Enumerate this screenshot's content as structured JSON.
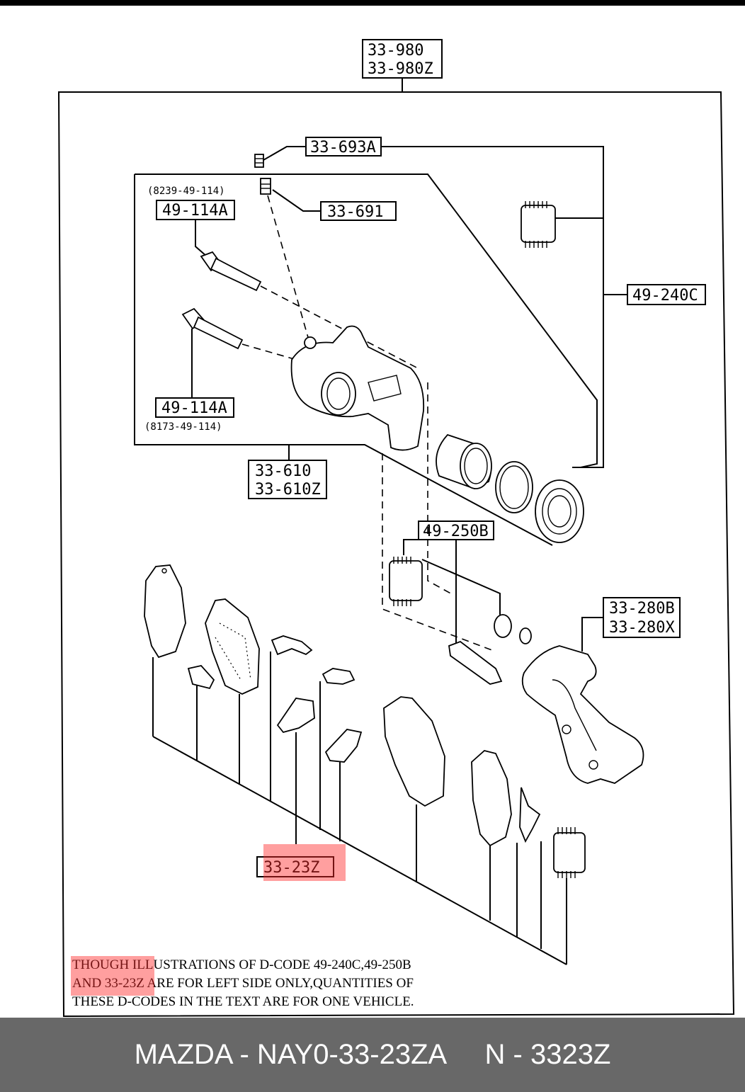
{
  "labels": {
    "assy_a": "33-980",
    "assy_b": "33-980Z",
    "bleeder_cap": "33-693A",
    "bleeder_screw": "33-691",
    "guide_upper_ref": "(8239-49-114)",
    "guide_upper": "49-114A",
    "guide_lower": "49-114A",
    "guide_lower_ref": "(8173-49-114)",
    "caliper_a": "33-610",
    "caliper_b": "33-610Z",
    "seal_kit": "49-240C",
    "boot_kit": "49-250B",
    "bracket_a": "33-280B",
    "bracket_b": "33-280X",
    "pad_set": "33-23Z"
  },
  "note": {
    "line1": "THOUGH ILLUSTRATIONS OF D-CODE 49-240C,49-250B",
    "line2": "AND 33-23Z ARE FOR LEFT SIDE ONLY,QUANTITIES OF",
    "line3": "THESE D-CODES IN THE TEXT ARE FOR ONE VEHICLE."
  },
  "highlight_color": "#ff2a2a",
  "footer": {
    "text": "MAZDA - NAY0-33-23ZA     N - 3323Z",
    "background": "#686868"
  }
}
